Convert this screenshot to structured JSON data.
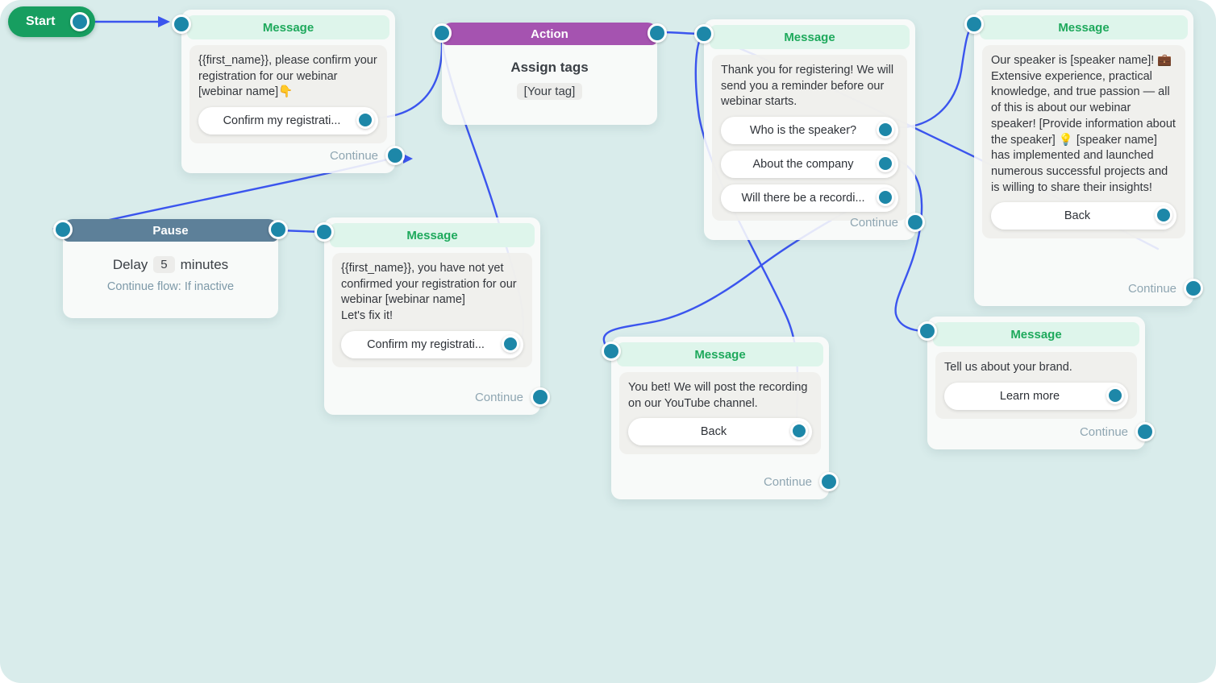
{
  "colors": {
    "background": "#d9eceb",
    "connector_blue": "#3b55ee",
    "port_teal": "#1d87a8",
    "message_header_green": "#1ea95c",
    "action_purple": "#a553b0",
    "pause_slate": "#5d8099",
    "start_green": "#179e60"
  },
  "start": {
    "label": "Start"
  },
  "nodes": {
    "msg_confirm": {
      "title": "Message",
      "text": "{{first_name}}, please confirm your registration for our webinar [webinar name]👇",
      "buttons": [
        {
          "label": "Confirm my registrati..."
        }
      ],
      "continue_label": "Continue"
    },
    "action_tags": {
      "title": "Action",
      "action_title": "Assign tags",
      "tag": "[Your tag]"
    },
    "msg_thanks": {
      "title": "Message",
      "text": "Thank you for registering! We will send you a reminder before our webinar starts.",
      "buttons": [
        {
          "label": "Who is the speaker?"
        },
        {
          "label": "About the company"
        },
        {
          "label": "Will there be a recordi..."
        }
      ],
      "continue_label": "Continue"
    },
    "msg_speaker": {
      "title": "Message",
      "text": "Our speaker is [speaker name]! 💼 Extensive experience, practical knowledge, and true passion — all of this is about our webinar speaker! [Provide information about the speaker] 💡 [speaker name] has implemented and launched numerous successful projects and is willing to share their insights!",
      "buttons": [
        {
          "label": "Back"
        }
      ],
      "continue_label": "Continue"
    },
    "pause": {
      "title": "Pause",
      "delay_label": "Delay",
      "delay_value": "5",
      "delay_unit": "minutes",
      "flow_note": "Continue flow: If inactive"
    },
    "msg_not_confirmed": {
      "title": "Message",
      "text": "{{first_name}}, you have not yet confirmed your registration for our webinar [webinar name]\nLet's fix it!",
      "buttons": [
        {
          "label": "Confirm my registrati..."
        }
      ],
      "continue_label": "Continue"
    },
    "msg_recording": {
      "title": "Message",
      "text": "You bet! We will post the recording on our YouTube channel.",
      "buttons": [
        {
          "label": "Back"
        }
      ],
      "continue_label": "Continue"
    },
    "msg_brand": {
      "title": "Message",
      "text": "Tell us about your brand.",
      "buttons": [
        {
          "label": "Learn more"
        }
      ],
      "continue_label": "Continue"
    }
  }
}
